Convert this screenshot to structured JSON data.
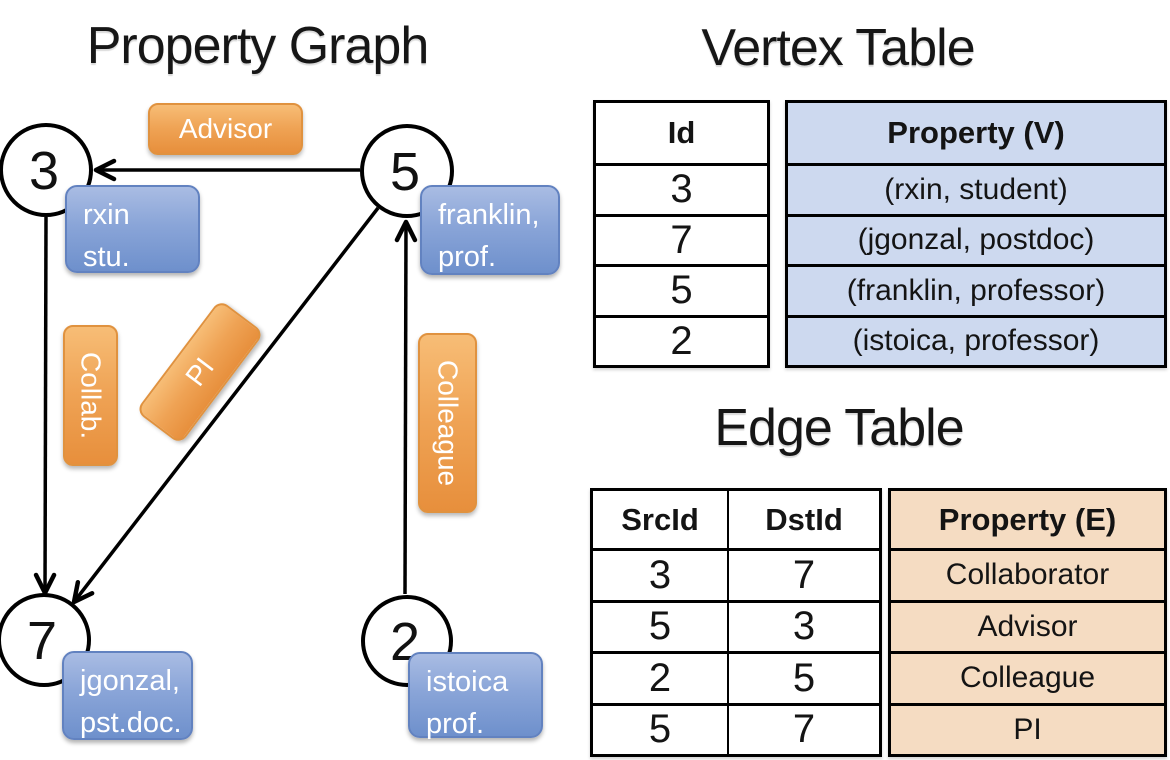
{
  "graph": {
    "title": "Property Graph",
    "nodes": {
      "n3": "3",
      "n5": "5",
      "n7": "7",
      "n2": "2"
    },
    "vertex_labels": {
      "rxin": "rxin\nstu.",
      "franklin": "franklin,\nprof.",
      "jgonzal": "jgonzal,\npst.doc.",
      "istoica": "istoica\nprof."
    },
    "edge_labels": {
      "advisor": "Advisor",
      "collab": "Collab.",
      "pi": "PI",
      "colleague": "Colleague"
    }
  },
  "vertex_table": {
    "title": "Vertex Table",
    "headers": {
      "id": "Id",
      "property": "Property (V)"
    },
    "rows": [
      {
        "id": "3",
        "property": "(rxin, student)"
      },
      {
        "id": "7",
        "property": "(jgonzal, postdoc)"
      },
      {
        "id": "5",
        "property": "(franklin, professor)"
      },
      {
        "id": "2",
        "property": "(istoica, professor)"
      }
    ]
  },
  "edge_table": {
    "title": "Edge Table",
    "headers": {
      "src": "SrcId",
      "dst": "DstId",
      "property": "Property (E)"
    },
    "rows": [
      {
        "src": "3",
        "dst": "7",
        "property": "Collaborator"
      },
      {
        "src": "5",
        "dst": "3",
        "property": "Advisor"
      },
      {
        "src": "2",
        "dst": "5",
        "property": "Colleague"
      },
      {
        "src": "5",
        "dst": "7",
        "property": "PI"
      }
    ]
  },
  "colors": {
    "edge_label_orange": "#EE9C45",
    "vertex_label_blue": "#7B9AD3",
    "vertex_table_fill": "#CDD9EF",
    "edge_table_fill": "#F5DCC2",
    "line_black": "#000000"
  }
}
